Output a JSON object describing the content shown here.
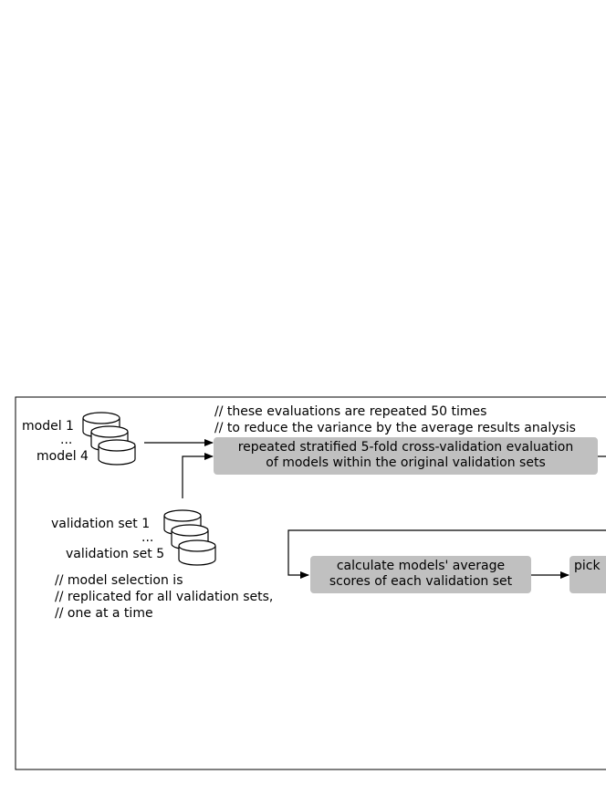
{
  "comments_top": [
    "// these evaluations are repeated 50 times",
    "// to reduce the variance by the average results analysis"
  ],
  "models": {
    "first": "model 1",
    "ellipsis": "...",
    "last": "model 4"
  },
  "validation_sets": {
    "first": "validation set 1",
    "ellipsis": "...",
    "last": "validation set 5"
  },
  "comments_selection": [
    "// model selection is",
    "// replicated for all validation sets,",
    "// one at a time"
  ],
  "boxes": {
    "cv_eval": [
      "repeated stratified 5-fold cross-validation evaluation",
      "of models within the original validation sets"
    ],
    "avg_scores": [
      "calculate models' average",
      "scores of each validation set"
    ],
    "pick": "pick"
  },
  "colors": {
    "box_fill": "#c0c0c0",
    "stroke": "#000000"
  }
}
